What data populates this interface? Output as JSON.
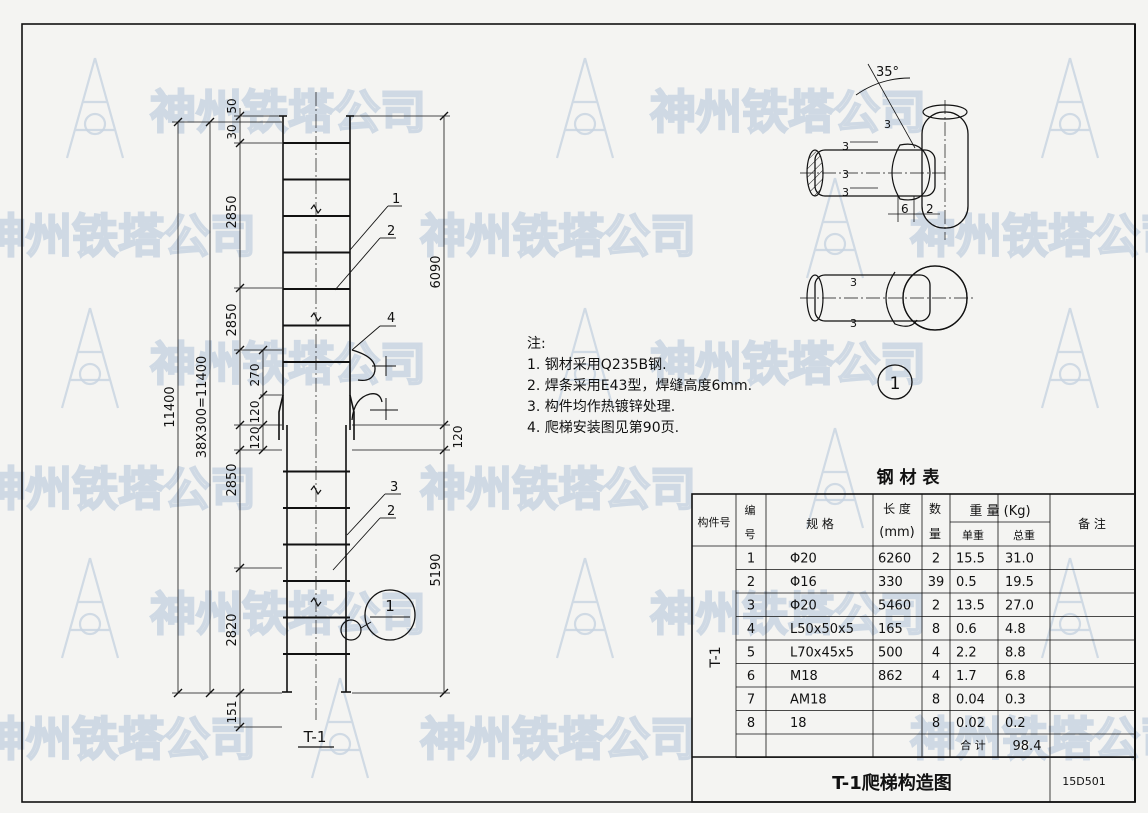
{
  "watermark": {
    "text": "神州铁塔公司"
  },
  "drawing": {
    "label": "T-1",
    "callout_label": "1",
    "part_refs": [
      "1",
      "2",
      "4",
      "3",
      "2"
    ],
    "dimensions": {
      "total_height": "11400",
      "rungs": "38X300=11400",
      "seg_a": "50",
      "seg_b": "30",
      "seg_c": "2850",
      "seg_d": "2850",
      "seg_e": "270",
      "seg_f": "120",
      "seg_g": "120",
      "seg_h": "2850",
      "seg_i": "2820",
      "seg_j": "151",
      "upper_len": "6090",
      "lower_len": "5190",
      "overlap": "120"
    }
  },
  "detail": {
    "angle": "35°",
    "weld_size": "3",
    "gap_a": "6",
    "gap_b": "2",
    "label": "1"
  },
  "notes": {
    "heading": "注:",
    "items": [
      "1.  钢材采用Q235B钢.",
      "2.  焊条采用E43型，焊缝高度6mm.",
      "3.  构件均作热镀锌处理.",
      "4.  爬梯安装图见第90页."
    ]
  },
  "table": {
    "title": "钢 材 表",
    "headers": {
      "component": "构件号",
      "no_top": "编",
      "no_bottom": "号",
      "spec": "规    格",
      "length_top": "长 度",
      "length_bottom": "(mm)",
      "qty_top": "数",
      "qty_bottom": "量",
      "weight": "重 量 (Kg)",
      "unit_weight": "单重",
      "total_weight": "总重",
      "remarks": "备 注"
    },
    "component_id": "T-1",
    "rows": [
      {
        "no": "1",
        "spec": "Φ20",
        "length": "6260",
        "qty": "2",
        "unit": "15.5",
        "total": "31.0"
      },
      {
        "no": "2",
        "spec": "Φ16",
        "length": "330",
        "qty": "39",
        "unit": "0.5",
        "total": "19.5"
      },
      {
        "no": "3",
        "spec": "Φ20",
        "length": "5460",
        "qty": "2",
        "unit": "13.5",
        "total": "27.0"
      },
      {
        "no": "4",
        "spec": "L50x50x5",
        "length": "165",
        "qty": "8",
        "unit": "0.6",
        "total": "4.8"
      },
      {
        "no": "5",
        "spec": "L70x45x5",
        "length": "500",
        "qty": "4",
        "unit": "2.2",
        "total": "8.8"
      },
      {
        "no": "6",
        "spec": "M18",
        "length": "862",
        "qty": "4",
        "unit": "1.7",
        "total": "6.8"
      },
      {
        "no": "7",
        "spec": "AM18",
        "length": "",
        "qty": "8",
        "unit": "0.04",
        "total": "0.3"
      },
      {
        "no": "8",
        "spec": "18",
        "length": "",
        "qty": "8",
        "unit": "0.02",
        "total": "0.2"
      }
    ],
    "sum_label": "合 计",
    "sum_value": "98.4"
  },
  "title_block": {
    "title": "T-1爬梯构造图",
    "code": "15D501"
  }
}
